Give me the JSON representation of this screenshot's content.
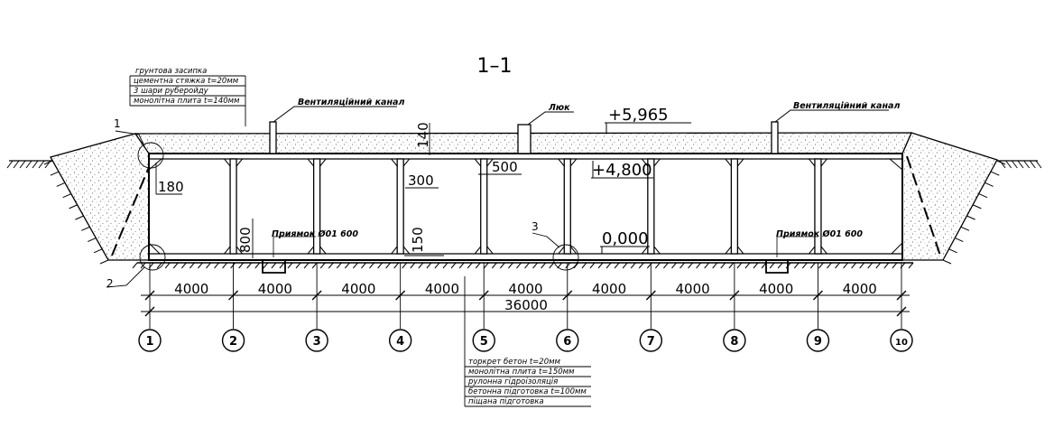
{
  "title": "1–1",
  "elevations": {
    "top": "+5,965",
    "mid": "+4,800",
    "floor": "0,000"
  },
  "labels": {
    "vent_left": "Вентиляційний канал",
    "vent_right": "Вентиляційний канал",
    "hatch": "Люк",
    "pit_left": "Приямок Ø01 600",
    "pit_right": "Приямок Ø01 600"
  },
  "roof_layers": [
    "грунтова засипка",
    "цементна стяжка t=20мм",
    "3 шари руберойду",
    "монолітна плита t=140мм"
  ],
  "floor_layers": [
    "торкрет бетон t=20мм",
    "монолітна плита t=150мм",
    "рулонна гідроізоляція",
    "бетонна підготовка t=100мм",
    "піщана підготовка"
  ],
  "dimensions": {
    "d180": "180",
    "d800": "800",
    "d300": "300",
    "d150": "150",
    "d140": "140",
    "d500": "500",
    "spans": [
      "4000",
      "4000",
      "4000",
      "4000",
      "4000",
      "4000",
      "4000",
      "4000",
      "4000"
    ],
    "total": "36000"
  },
  "callouts": [
    "1",
    "2",
    "3"
  ],
  "axes": [
    "1",
    "2",
    "3",
    "4",
    "5",
    "6",
    "7",
    "8",
    "9",
    "10"
  ]
}
